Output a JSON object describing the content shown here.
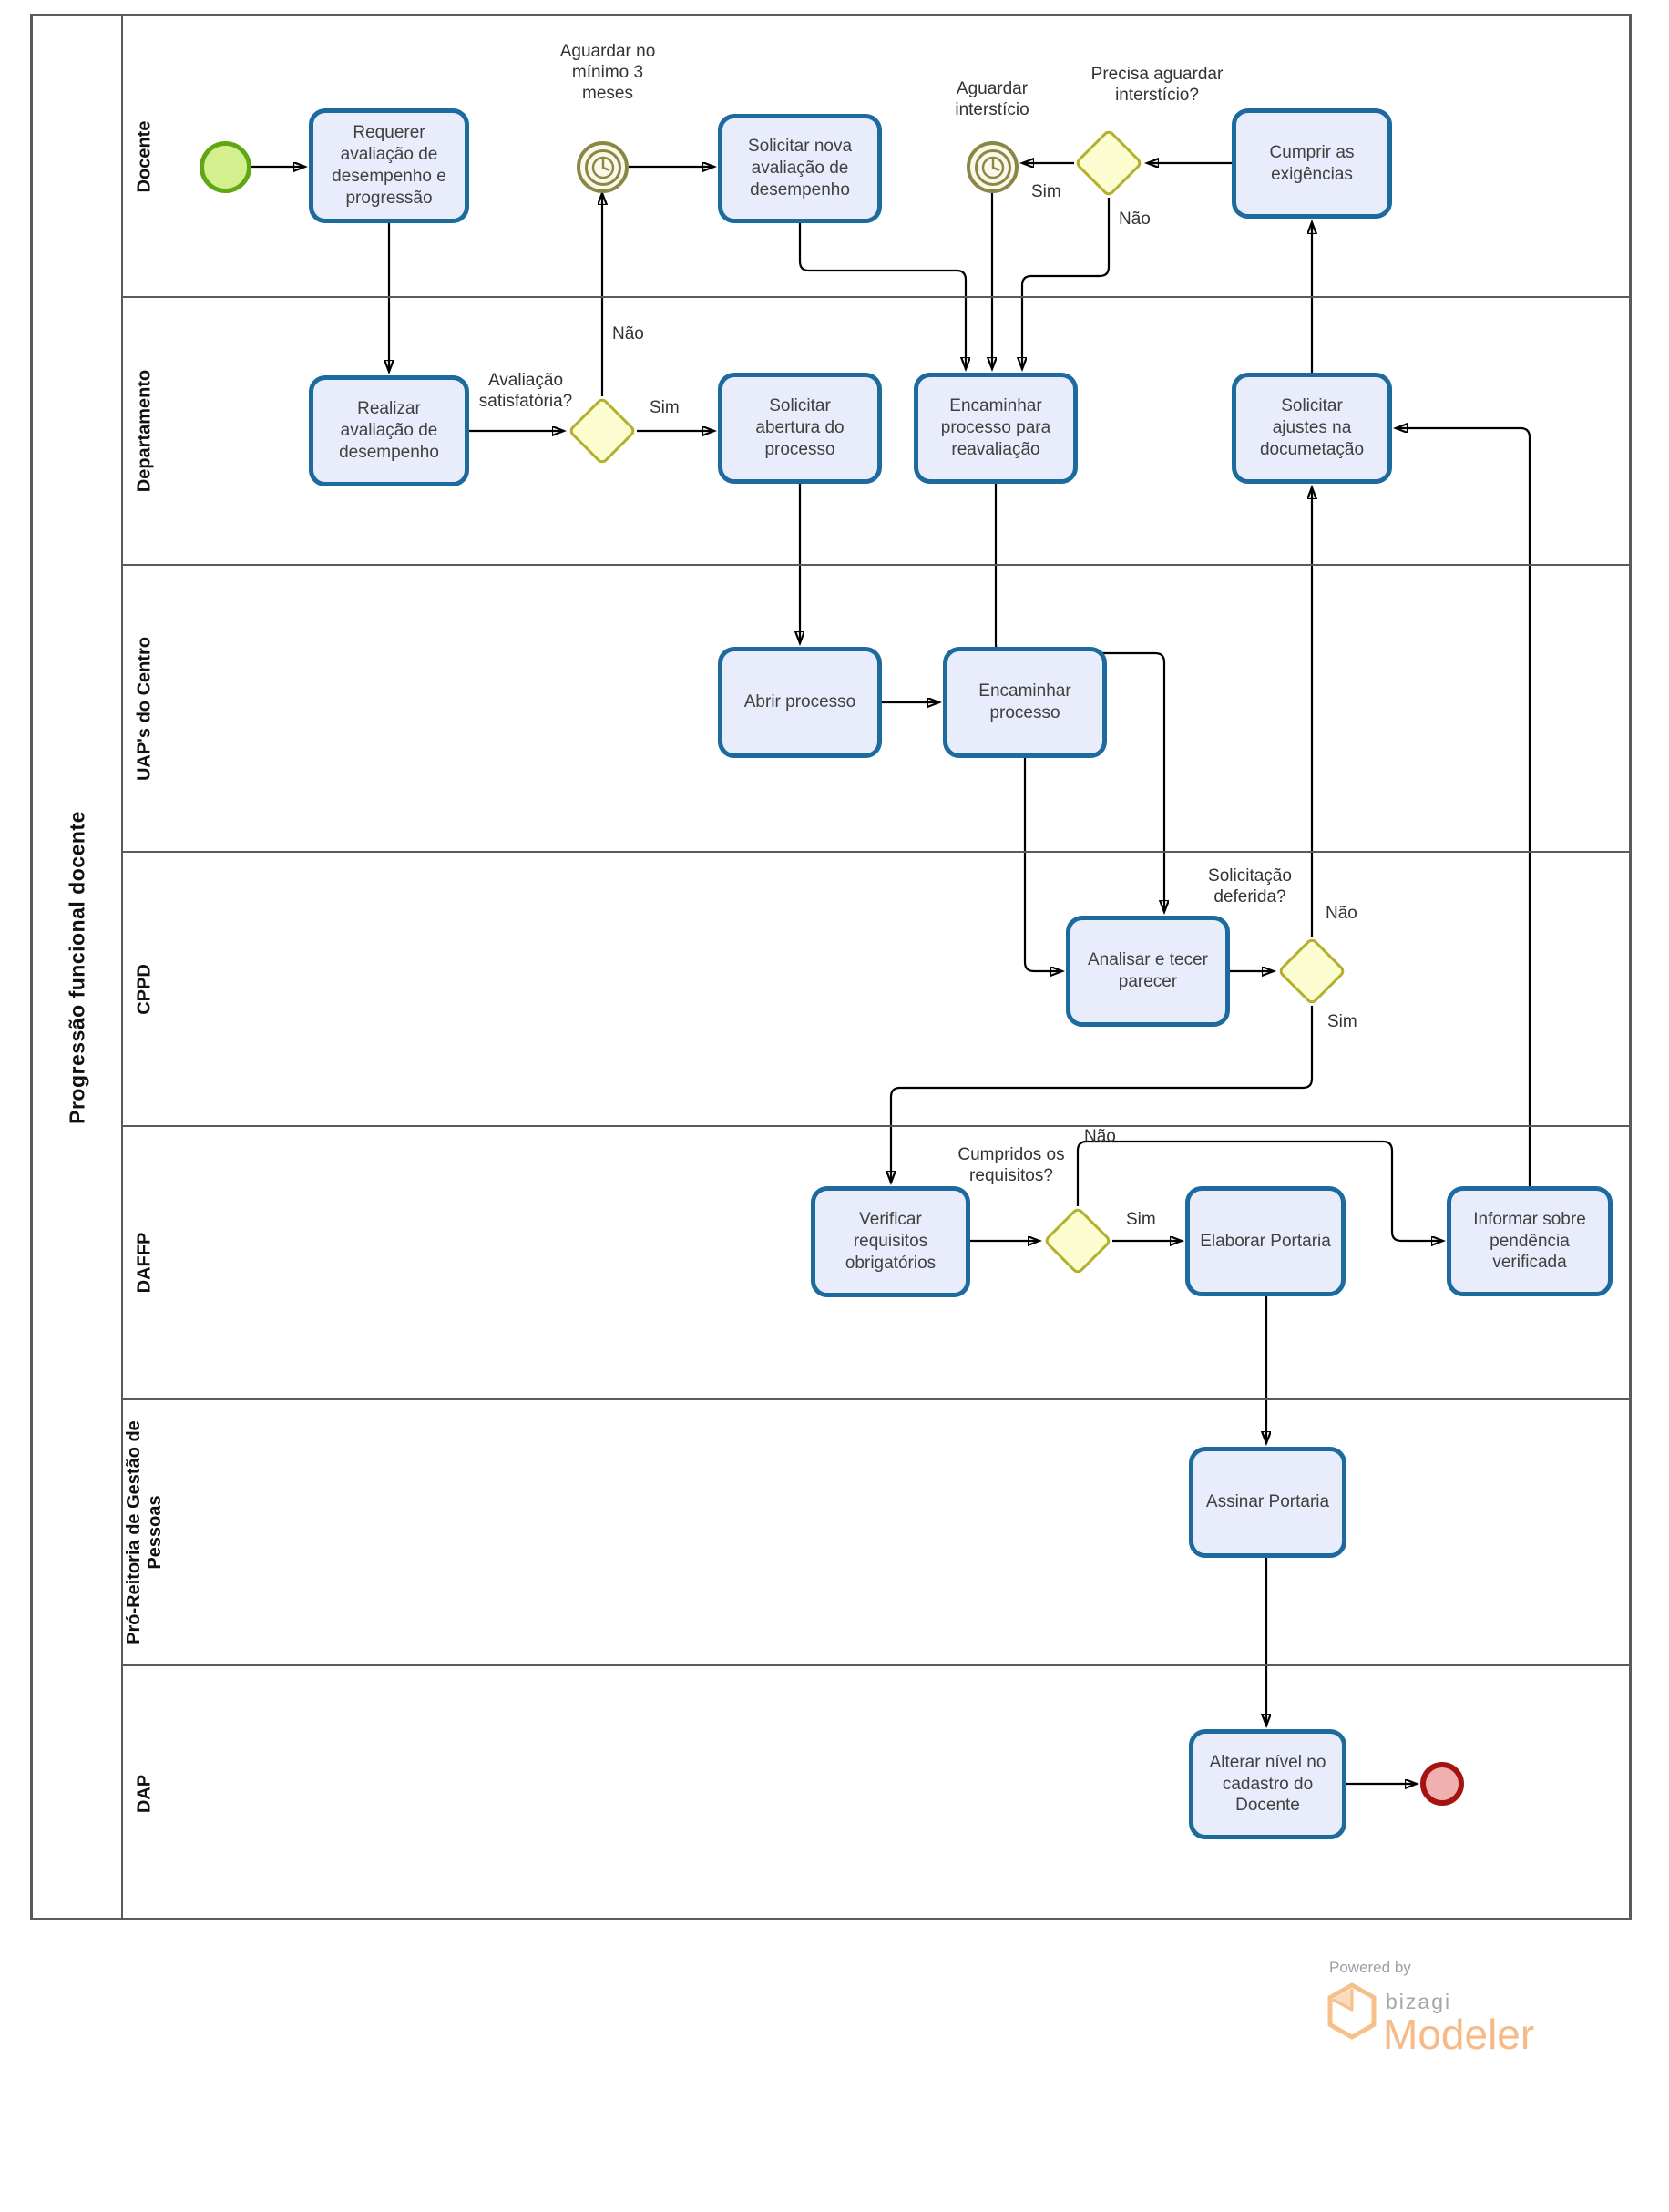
{
  "pool_title": "Progressão funcional docente",
  "lanes": [
    {
      "label": "Docente"
    },
    {
      "label": "Departamento"
    },
    {
      "label": "UAP's do Centro"
    },
    {
      "label": "CPPD"
    },
    {
      "label": "DAFFP"
    },
    {
      "label": "Pró-Reitoria de Gestão de Pessoas"
    },
    {
      "label": "DAP"
    }
  ],
  "nodes": {
    "start": {
      "type": "start-event"
    },
    "t1": {
      "label": "Requerer avaliação de desempenho e progressão"
    },
    "timer1": {
      "label": "Aguardar no mínimo 3 meses",
      "type": "timer-event"
    },
    "t2": {
      "label": "Solicitar nova avaliação de desempenho"
    },
    "timer2": {
      "label": "Aguardar interstício",
      "type": "timer-event"
    },
    "g1": {
      "label": "Precisa aguardar interstício?",
      "type": "gateway"
    },
    "t3": {
      "label": "Cumprir as exigências"
    },
    "t4": {
      "label": "Realizar avaliação de desempenho"
    },
    "g2": {
      "label": "Avaliação satisfatória?",
      "type": "gateway"
    },
    "t5": {
      "label": "Solicitar abertura do processo"
    },
    "t6": {
      "label": "Encaminhar processo para reavaliação"
    },
    "t7": {
      "label": "Solicitar ajustes na documetação"
    },
    "t8": {
      "label": "Abrir processo"
    },
    "t9": {
      "label": "Encaminhar processo"
    },
    "t10": {
      "label": "Analisar e tecer parecer"
    },
    "g3": {
      "label": "Solicitação deferida?",
      "type": "gateway"
    },
    "t11": {
      "label": "Verificar requisitos obrigatórios"
    },
    "g4": {
      "label": "Cumpridos os requisitos?",
      "type": "gateway"
    },
    "t12": {
      "label": "Elaborar Portaria"
    },
    "t13": {
      "label": "Informar sobre pendência verificada"
    },
    "t14": {
      "label": "Assinar Portaria"
    },
    "t15": {
      "label": "Alterar nível no cadastro do Docente"
    },
    "end": {
      "type": "end-event"
    }
  },
  "edge_labels": {
    "g1_sim": "Sim",
    "g1_nao": "Não",
    "g2_nao": "Não",
    "g2_sim": "Sim",
    "g3_nao": "Não",
    "g3_sim": "Sim",
    "g4_nao": "Não",
    "g4_sim": "Sim"
  },
  "colors": {
    "task_fill": "#e9edfb",
    "task_stroke": "#1c6a9e",
    "gateway_fill": "#fbfcd0",
    "gateway_stroke": "#b3b02c",
    "start_fill": "#d4f08e",
    "start_stroke": "#61a714",
    "end_fill": "#f0b0b0",
    "end_stroke": "#a61111",
    "timer_stroke": "#8a8746",
    "lane_border": "#5a5a5a",
    "flow_line": "#000000",
    "brand_orange": "#f6ba88",
    "brand_gray": "#9e9e9e"
  },
  "branding": {
    "powered_by": "Powered by",
    "brand": "bizagi",
    "product": "Modeler"
  }
}
